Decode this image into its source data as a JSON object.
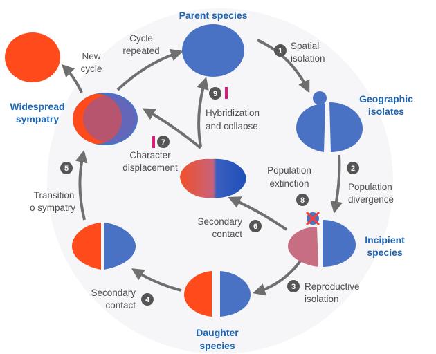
{
  "titles": {
    "parent": "Parent species",
    "geographic_1": "Geographic",
    "geographic_2": "isolates",
    "incipient_1": "Incipient",
    "incipient_2": "species",
    "daughter_1": "Daughter",
    "daughter_2": "species",
    "widespread_1": "Widespread",
    "widespread_2": "sympatry"
  },
  "labels": {
    "new_cycle_1": "New",
    "new_cycle_2": "cycle",
    "cycle_repeated_1": "Cycle",
    "cycle_repeated_2": "repeated",
    "spatial_1": "Spatial",
    "spatial_2": "isolation",
    "divergence_1": "Population",
    "divergence_2": "divergence",
    "reproductive_1": "Reproductive",
    "reproductive_2": "isolation",
    "secondary_a_1": "Secondary",
    "secondary_a_2": "contact",
    "transition_1": "Transition",
    "transition_2": "o sympatry",
    "character_1": "Character",
    "character_2": "displacement",
    "hybrid_1": "Hybridization",
    "hybrid_2": "and collapse",
    "extinction_1": "Population",
    "extinction_2": "extinction",
    "secondary_b_1": "Secondary",
    "secondary_b_2": "contact"
  },
  "steps": [
    "1",
    "2",
    "3",
    "4",
    "5",
    "6",
    "7",
    "8",
    "9"
  ],
  "colors": {
    "blue": "#4a72c4",
    "red": "#ff4a1c",
    "title": "#1e66b3",
    "arrow": "#6f6f6f",
    "badge": "#555555",
    "marker": "#e0197d"
  }
}
